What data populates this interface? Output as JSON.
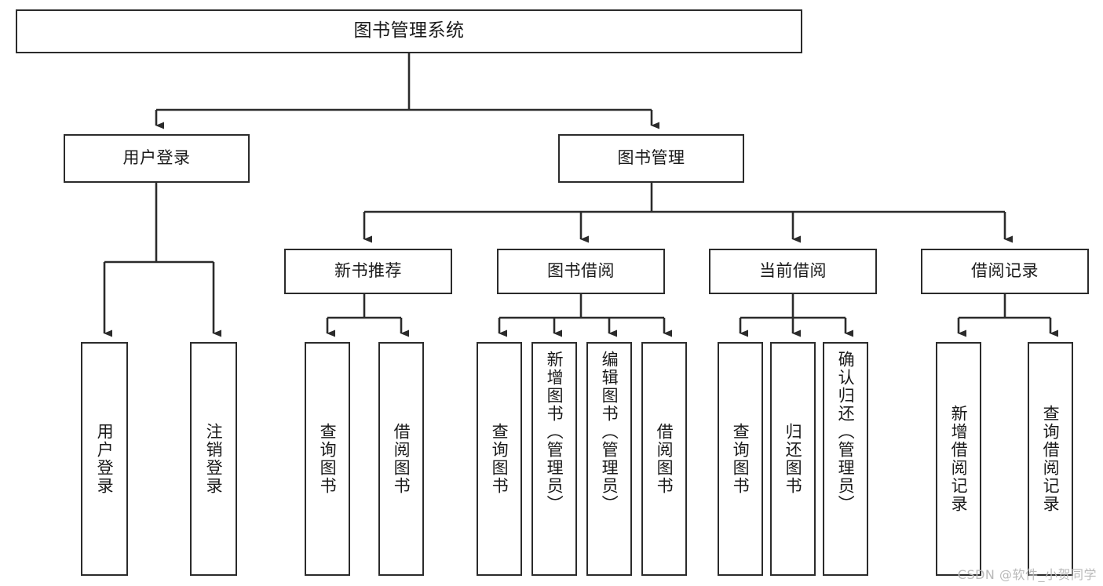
{
  "diagram": {
    "title": "图书管理系统",
    "type": "tree-hierarchy",
    "watermark": "CSDN @软件_小贺同学",
    "colors": {
      "stroke": "#2b2b2b",
      "fill": "#ffffff",
      "text": "#1a1a1a",
      "watermark": "#b9b9b9"
    },
    "root": {
      "label": "图书管理系统"
    },
    "level2": [
      {
        "label": "用户登录"
      },
      {
        "label": "图书管理"
      }
    ],
    "level3": [
      {
        "label": "新书推荐"
      },
      {
        "label": "图书借阅"
      },
      {
        "label": "当前借阅"
      },
      {
        "label": "借阅记录"
      }
    ],
    "leaves": [
      {
        "label": "用户登录",
        "parent": "用户登录"
      },
      {
        "label": "注销登录",
        "parent": "用户登录"
      },
      {
        "label": "查询图书",
        "parent": "新书推荐"
      },
      {
        "label": "借阅图书",
        "parent": "新书推荐"
      },
      {
        "label": "查询图书",
        "parent": "图书借阅"
      },
      {
        "label": "新增图书（管理员）",
        "parent": "图书借阅"
      },
      {
        "label": "编辑图书（管理员）",
        "parent": "图书借阅"
      },
      {
        "label": "借阅图书",
        "parent": "图书借阅"
      },
      {
        "label": "查询图书",
        "parent": "当前借阅"
      },
      {
        "label": "归还图书",
        "parent": "当前借阅"
      },
      {
        "label": "确认归还（管理员）",
        "parent": "当前借阅"
      },
      {
        "label": "新增借阅记录",
        "parent": "借阅记录"
      },
      {
        "label": "查询借阅记录",
        "parent": "借阅记录"
      }
    ]
  }
}
